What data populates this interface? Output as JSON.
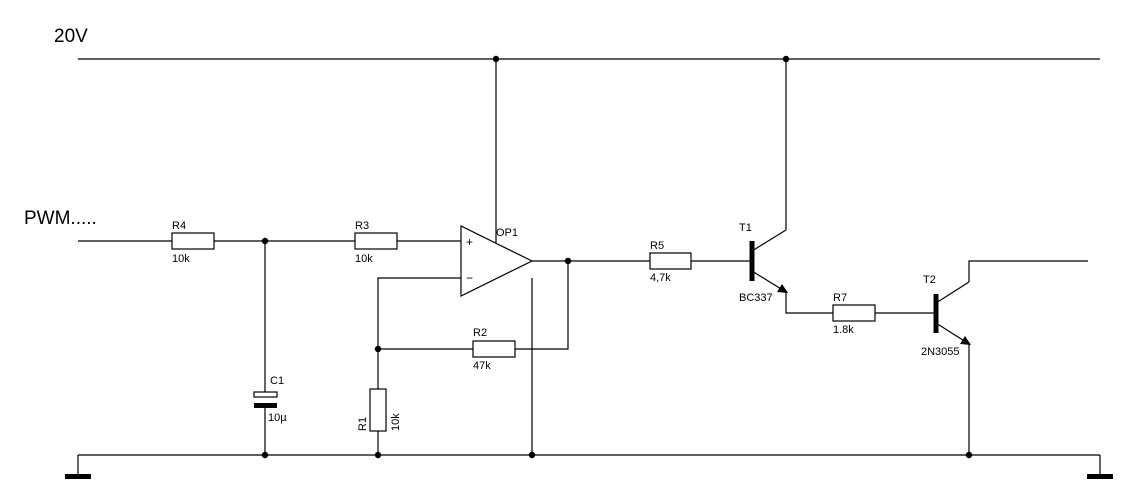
{
  "rails": {
    "supply": "20V",
    "input": "PWM....."
  },
  "opamp": {
    "name": "OP1",
    "plus": "+",
    "minus": "−"
  },
  "resistors": [
    {
      "ref": "R4",
      "value": "10k"
    },
    {
      "ref": "R3",
      "value": "10k"
    },
    {
      "ref": "R5",
      "value": "4,7k"
    },
    {
      "ref": "R7",
      "value": "1.8k"
    },
    {
      "ref": "R2",
      "value": "47k"
    },
    {
      "ref": "R1",
      "value": "10k"
    }
  ],
  "capacitor": {
    "ref": "C1",
    "value": "10µ"
  },
  "transistors": [
    {
      "ref": "T1",
      "type": "BC337"
    },
    {
      "ref": "T2",
      "type": "2N3055"
    }
  ]
}
